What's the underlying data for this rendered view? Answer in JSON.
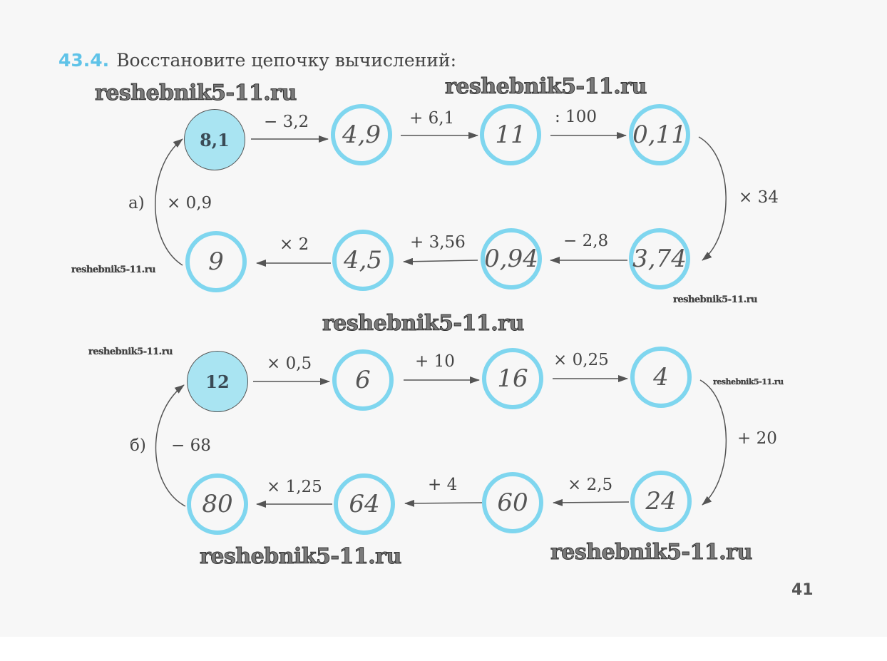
{
  "task": {
    "number": "43.4.",
    "text": "Восстановите цепочку вычислений:"
  },
  "watermark": "reshebnik5-11.ru",
  "chains": [
    {
      "label": "а)",
      "nodes": [
        "8,1",
        "4,9",
        "11",
        "0,11",
        "3,74",
        "0,94",
        "4,5",
        "9"
      ],
      "operations": [
        "− 3,2",
        "+ 6,1",
        ": 100",
        "× 34",
        "− 2,8",
        "+ 3,56",
        "× 2",
        "× 0,9"
      ]
    },
    {
      "label": "б)",
      "nodes": [
        "12",
        "6",
        "16",
        "4",
        "24",
        "60",
        "64",
        "80"
      ],
      "operations": [
        "× 0,5",
        "+ 10",
        "× 0,25",
        "+ 20",
        "× 2,5",
        "+ 4",
        "× 1,25",
        "− 68"
      ]
    }
  ],
  "page_number": "41"
}
